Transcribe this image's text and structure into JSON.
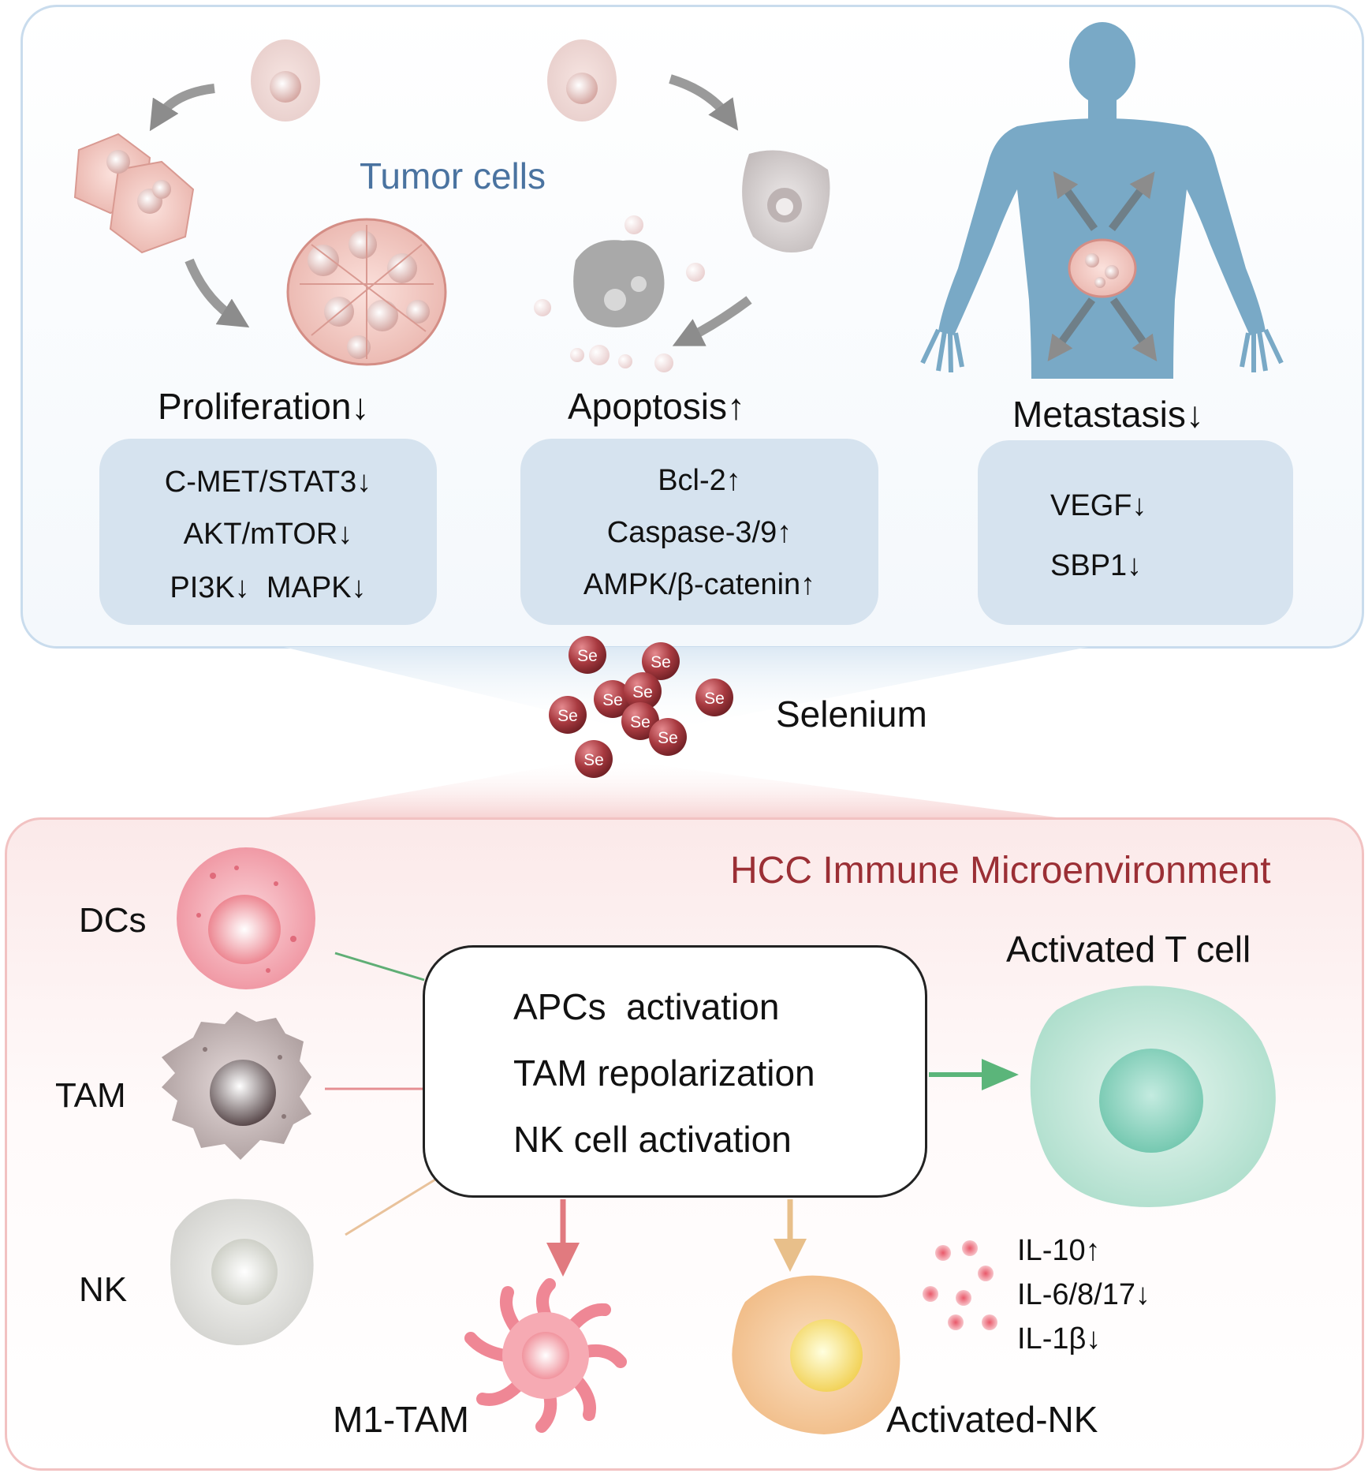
{
  "top": {
    "title": "Tumor cells",
    "proliferation": {
      "heading": "Proliferation↓",
      "lines": [
        "C-MET/STAT3↓",
        "AKT/mTOR↓",
        "PI3K↓  MAPK↓"
      ]
    },
    "apoptosis": {
      "heading": "Apoptosis↑",
      "lines": [
        "Bcl-2↑",
        "Caspase-3/9↑",
        "AMPK/β-catenin↑"
      ]
    },
    "metastasis": {
      "heading": "Metastasis↓",
      "lines": [
        "VEGF↓",
        "SBP1↓"
      ]
    }
  },
  "selenium": {
    "label": "Selenium",
    "particle_label": "Se"
  },
  "bottom": {
    "title": "HCC Immune Microenvironment",
    "cells": {
      "dcs": "DCs",
      "tam": "TAM",
      "nk": "NK"
    },
    "center_lines": [
      "APCs  activation",
      "TAM repolarization",
      "NK cell activation"
    ],
    "activated_t": "Activated T cell",
    "m1_tam": "M1-TAM",
    "activated_nk": "Activated-NK",
    "cytokines": [
      "IL-10↑",
      "IL-6/8/17↓",
      "IL-1β↓"
    ]
  },
  "colors": {
    "top_title": "#4a73a0",
    "bottom_title": "#9b2f35",
    "pathway_box": "#d6e3ef",
    "selenium_particle": "#a83a40",
    "t_cell": "#bfe6d8",
    "arrow_green": "#5bb57a",
    "arrow_red": "#e17a7f",
    "arrow_orange": "#e8bf8a"
  }
}
